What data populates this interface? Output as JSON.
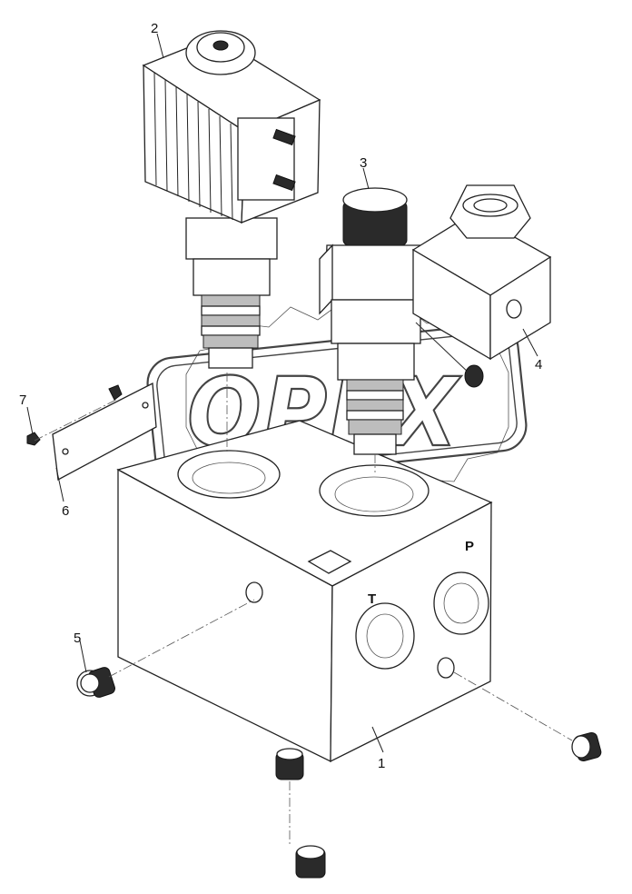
{
  "callouts": [
    "1",
    "2",
    "3",
    "4",
    "5",
    "6",
    "7"
  ],
  "ports": {
    "pressure": "P",
    "tank": "T"
  },
  "watermark": "OPEX",
  "colors": {
    "line": "#222222",
    "background": "#ffffff",
    "watermark": "#444444"
  }
}
